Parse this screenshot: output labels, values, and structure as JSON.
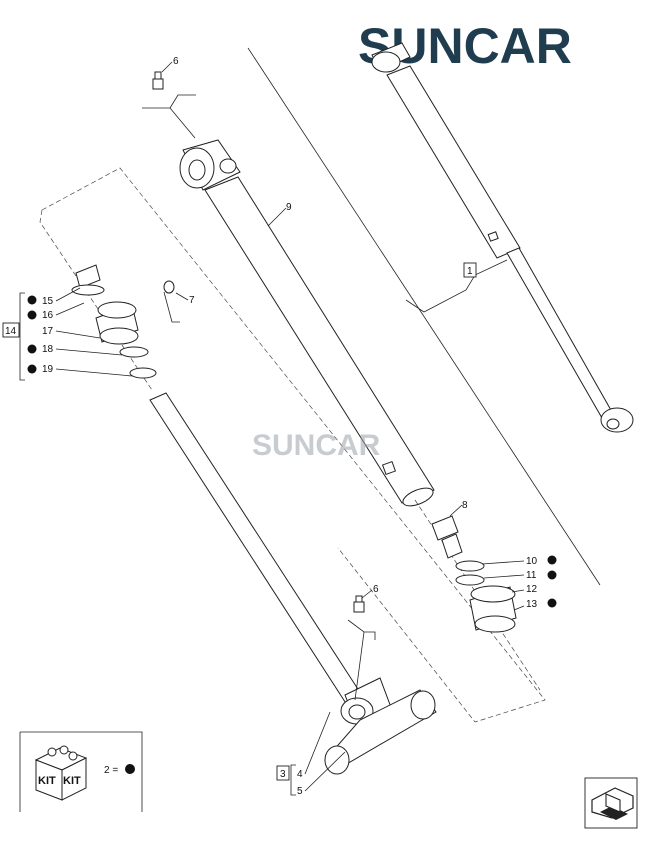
{
  "brand": {
    "logo_text": "SUNCAR",
    "watermark_text": "SUNCAR",
    "dark_color": "#1f3d4f",
    "accent_color": "#2fa3dc"
  },
  "callouts": {
    "c1": "1",
    "c3": "3",
    "c4": "4",
    "c5": "5",
    "c6_top": "6",
    "c6_bottom": "6",
    "c7": "7",
    "c8": "8",
    "c9": "9",
    "c10": "10",
    "c11": "11",
    "c12": "12",
    "c13": "13",
    "c14": "14",
    "c15": "15",
    "c16": "16",
    "c17": "17",
    "c18": "18",
    "c19": "19"
  },
  "kit_legend": {
    "box_label_1": "KIT",
    "box_label_2": "KIT",
    "text": "2 = "
  },
  "icons": {
    "kit": "kit-box-icon",
    "nav": "return-arrow-icon",
    "bullet": "filled-circle-icon"
  }
}
